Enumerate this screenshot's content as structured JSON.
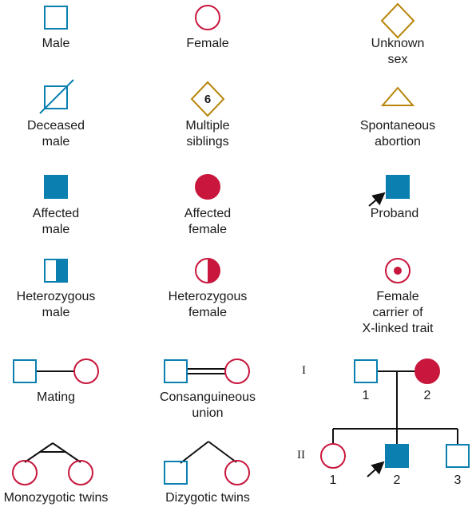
{
  "colors": {
    "male": "#0a7fb0",
    "female": "#c8163c",
    "unknown": "#b8860b",
    "line": "#111111"
  },
  "symbols": {
    "male": "Male",
    "female": "Female",
    "unknown_sex": [
      "Unknown",
      "sex"
    ],
    "deceased_male": [
      "Deceased",
      "male"
    ],
    "multiple_siblings": [
      "Multiple",
      "siblings"
    ],
    "multiple_siblings_count": "6",
    "spontaneous_abortion": [
      "Spontaneous",
      "abortion"
    ],
    "affected_male": [
      "Affected",
      "male"
    ],
    "affected_female": [
      "Affected",
      "female"
    ],
    "proband": "Proband",
    "heterozygous_male": [
      "Heterozygous",
      "male"
    ],
    "heterozygous_female": [
      "Heterozygous",
      "female"
    ],
    "female_carrier": [
      "Female",
      "carrier of",
      "X-linked trait"
    ],
    "mating": "Mating",
    "consanguineous_union": [
      "Consanguineous",
      "union"
    ],
    "monozygotic_twins": "Monozygotic twins",
    "dizygotic_twins": "Dizygotic twins"
  },
  "pedigree": {
    "generation_1": "I",
    "generation_2": "II",
    "gen1": [
      "1",
      "2"
    ],
    "gen2": [
      "1",
      "2",
      "3"
    ]
  }
}
